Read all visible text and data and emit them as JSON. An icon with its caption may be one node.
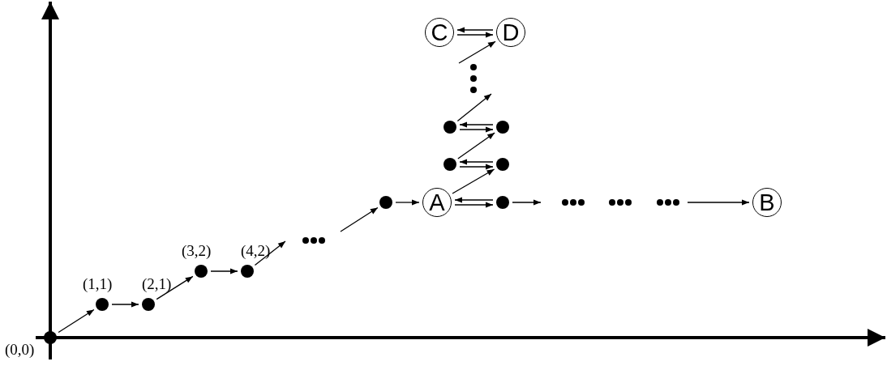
{
  "diagram": {
    "nodes": [
      {
        "text": [],
        "shape": "circle",
        "beside": [
          "(0,0)"
        ]
      },
      {
        "text": [],
        "shape": "circle",
        "beside": [
          "(1,1)"
        ]
      },
      {
        "text": [],
        "shape": "circle",
        "beside": [
          "(2,1)"
        ]
      },
      {
        "text": [],
        "shape": "circle",
        "beside": [
          "(3,2)"
        ]
      },
      {
        "text": [],
        "shape": "circle",
        "beside": [
          "(4,2)"
        ]
      },
      {
        "text": [],
        "shape": "circle"
      },
      {
        "text": [
          "A"
        ]
      },
      {
        "text": [],
        "shape": "circle"
      },
      {
        "text": [
          "B"
        ]
      },
      {
        "text": [],
        "shape": "circle"
      },
      {
        "text": [],
        "shape": "circle"
      },
      {
        "text": [],
        "shape": "circle"
      },
      {
        "text": [],
        "shape": "circle"
      },
      {
        "text": [
          "C"
        ]
      },
      {
        "text": [
          "D"
        ]
      }
    ],
    "edges": [
      {
        "from": 0,
        "to": 1,
        "arrow": "to"
      },
      {
        "from": 1,
        "to": 2,
        "arrow": "to"
      },
      {
        "from": 2,
        "to": 3,
        "arrow": "to"
      },
      {
        "from": 3,
        "to": 4,
        "arrow": "to"
      },
      {
        "from": 4,
        "to": null,
        "arrow": "to"
      },
      {
        "from": null,
        "to": 5,
        "arrow": "to"
      },
      {
        "from": 5,
        "to": 6,
        "arrow": "to"
      },
      {
        "from": 6,
        "to": 7,
        "arrow": "to"
      },
      {
        "from": 7,
        "to": 6,
        "arrow": "to"
      },
      {
        "from": 7,
        "to": null,
        "arrow": "to"
      },
      {
        "from": null,
        "to": 8,
        "arrow": "to"
      },
      {
        "from": 6,
        "to": 10,
        "arrow": "to"
      },
      {
        "from": 9,
        "to": 10,
        "arrow": "to"
      },
      {
        "from": 10,
        "to": 9,
        "arrow": "to"
      },
      {
        "from": 9,
        "to": 12,
        "arrow": "to"
      },
      {
        "from": 11,
        "to": 12,
        "arrow": "to"
      },
      {
        "from": 12,
        "to": 11,
        "arrow": "to"
      },
      {
        "from": 11,
        "to": null,
        "arrow": "to"
      },
      {
        "from": null,
        "to": 14,
        "arrow": "to"
      },
      {
        "from": 13,
        "to": 14,
        "arrow": "to"
      },
      {
        "from": 14,
        "to": 13,
        "arrow": "to"
      }
    ]
  }
}
